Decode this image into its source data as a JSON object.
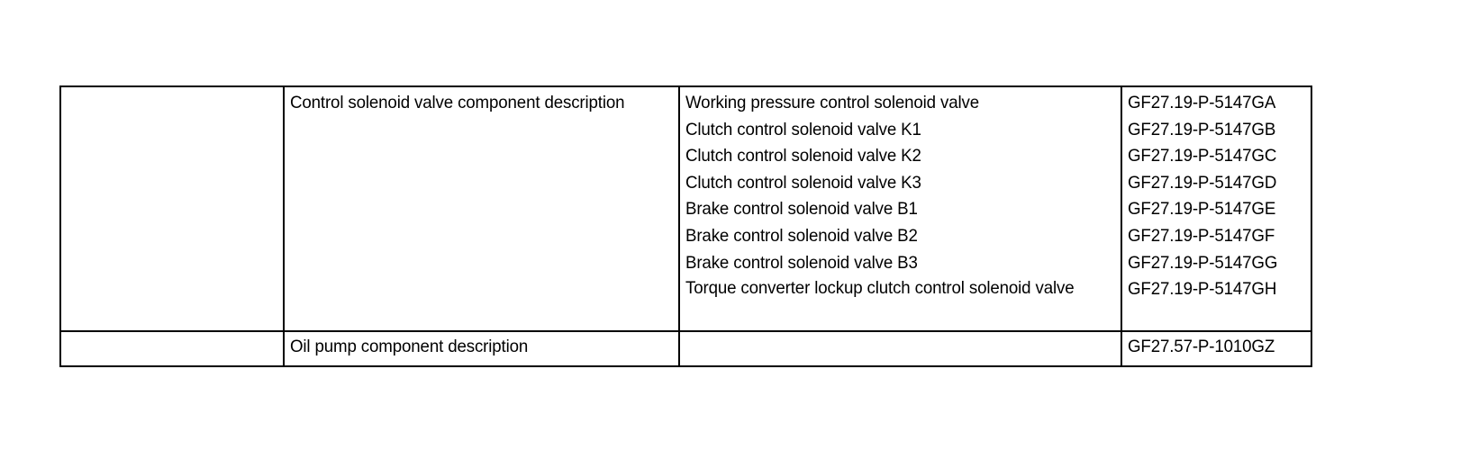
{
  "document": {
    "type": "component-description-reference-table",
    "background_color": "#ffffff",
    "border_color": "#000000",
    "text_color": "#000000"
  },
  "table": {
    "columns": [
      "index",
      "group_description",
      "component_item",
      "document_reference"
    ],
    "rows": [
      {
        "index": "",
        "group_description": "Control solenoid valve component description",
        "items": [
          {
            "name": "Working pressure control solenoid valve",
            "doc_ref": "GF27.19-P-5147GA"
          },
          {
            "name": "Clutch control solenoid valve K1",
            "doc_ref": "GF27.19-P-5147GB"
          },
          {
            "name": "Clutch control solenoid valve K2",
            "doc_ref": "GF27.19-P-5147GC"
          },
          {
            "name": "Clutch control solenoid valve K3",
            "doc_ref": "GF27.19-P-5147GD"
          },
          {
            "name": "Brake control solenoid valve B1",
            "doc_ref": "GF27.19-P-5147GE"
          },
          {
            "name": "Brake control solenoid valve B2",
            "doc_ref": "GF27.19-P-5147GF"
          },
          {
            "name": "Brake control solenoid valve B3",
            "doc_ref": "GF27.19-P-5147GG"
          },
          {
            "name": "Torque converter lockup clutch control solenoid valve",
            "doc_ref": "GF27.19-P-5147GH"
          }
        ]
      },
      {
        "index": "",
        "group_description": "Oil pump component description",
        "items": [
          {
            "name": "",
            "doc_ref": "GF27.57-P-1010GZ"
          }
        ]
      }
    ]
  }
}
